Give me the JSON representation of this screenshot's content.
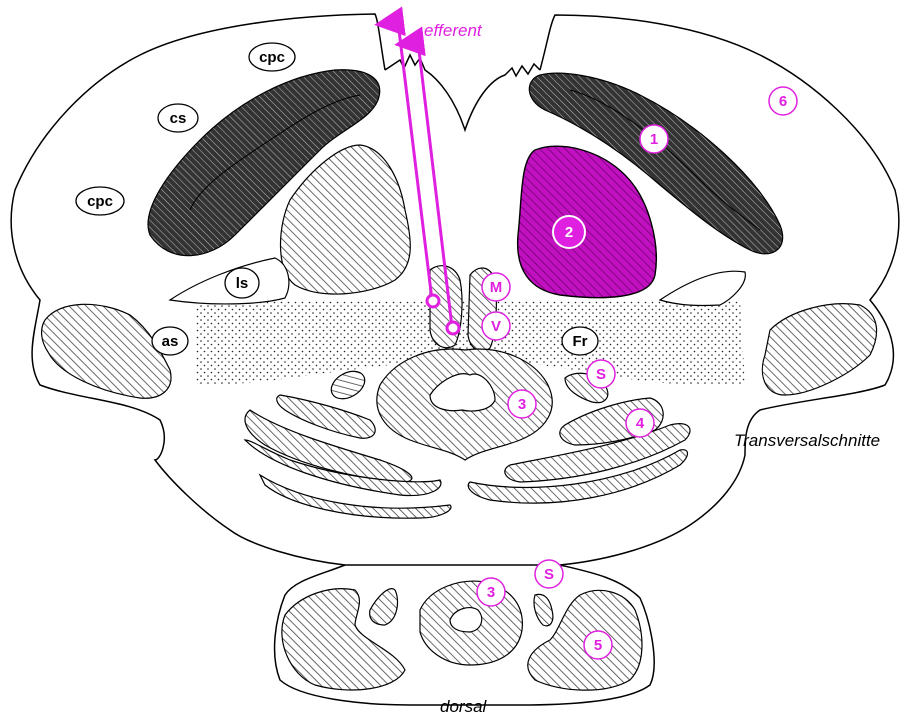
{
  "colors": {
    "magenta": "#e020e0",
    "outline": "#000000",
    "hatch_light": "#555555",
    "hatch_dark": "#222222"
  },
  "labels": {
    "efferent": "efferent",
    "transversal": "Transversalschnitte",
    "dorsal": "dorsal"
  },
  "black_labels": {
    "cpc_top": "cpc",
    "cs": "cs",
    "cpc_left": "cpc",
    "ls": "ls",
    "as": "as",
    "fr": "Fr"
  },
  "magenta_labels": {
    "m": "M",
    "v": "V",
    "s_upper": "S",
    "num_3_upper": "3",
    "num_4": "4",
    "num_1": "1",
    "num_2": "2",
    "num_6": "6",
    "s_lower": "S",
    "num_3_lower": "3",
    "num_5": "5"
  }
}
